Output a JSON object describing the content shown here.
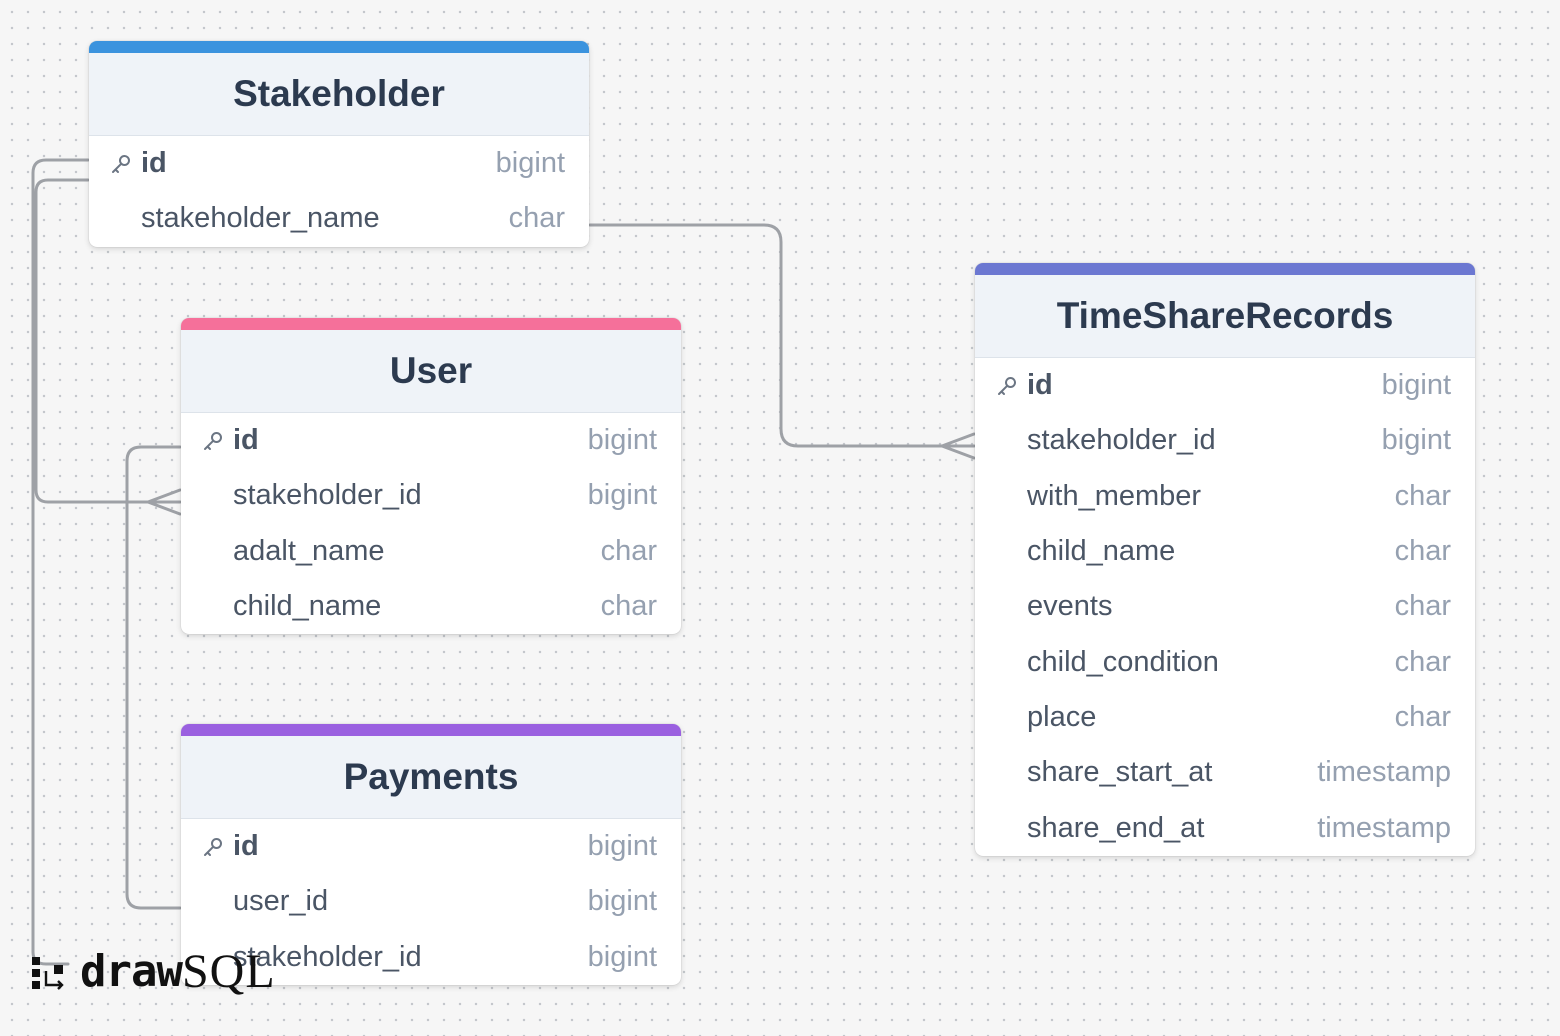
{
  "tables": {
    "stakeholder": {
      "name": "Stakeholder",
      "color": "#3b93de",
      "columns": [
        {
          "name": "id",
          "type": "bigint",
          "pk": true
        },
        {
          "name": "stakeholder_name",
          "type": "char"
        }
      ]
    },
    "user": {
      "name": "User",
      "color": "#f5709a",
      "columns": [
        {
          "name": "id",
          "type": "bigint",
          "pk": true
        },
        {
          "name": "stakeholder_id",
          "type": "bigint"
        },
        {
          "name": "adalt_name",
          "type": "char"
        },
        {
          "name": "child_name",
          "type": "char"
        }
      ]
    },
    "payments": {
      "name": "Payments",
      "color": "#9a60e0",
      "columns": [
        {
          "name": "id",
          "type": "bigint",
          "pk": true
        },
        {
          "name": "user_id",
          "type": "bigint"
        },
        {
          "name": "stakeholder_id",
          "type": "bigint"
        }
      ]
    },
    "timeshare": {
      "name": "TimeShareRecords",
      "color": "#6b77d1",
      "columns": [
        {
          "name": "id",
          "type": "bigint",
          "pk": true
        },
        {
          "name": "stakeholder_id",
          "type": "bigint"
        },
        {
          "name": "with_member",
          "type": "char"
        },
        {
          "name": "child_name",
          "type": "char"
        },
        {
          "name": "events",
          "type": "char"
        },
        {
          "name": "child_condition",
          "type": "char"
        },
        {
          "name": "place",
          "type": "char"
        },
        {
          "name": "share_start_at",
          "type": "timestamp"
        },
        {
          "name": "share_end_at",
          "type": "timestamp"
        }
      ]
    }
  },
  "relations": [
    {
      "from": "Stakeholder.id",
      "to": "User.stakeholder_id",
      "cardinality": "one-to-many"
    },
    {
      "from": "Stakeholder.id",
      "to": "Payments.stakeholder_id",
      "cardinality": "one-to-many"
    },
    {
      "from": "User.id",
      "to": "Payments.user_id",
      "cardinality": "one-to-many"
    },
    {
      "from": "Stakeholder.stakeholder_name",
      "to": "TimeShareRecords.stakeholder_id",
      "cardinality": "one-to-many"
    }
  ],
  "logo": {
    "part1": "draw",
    "part2": "SQL"
  },
  "colors": {
    "edge": "#9ea1a6",
    "key_icon": "#6b7583"
  }
}
